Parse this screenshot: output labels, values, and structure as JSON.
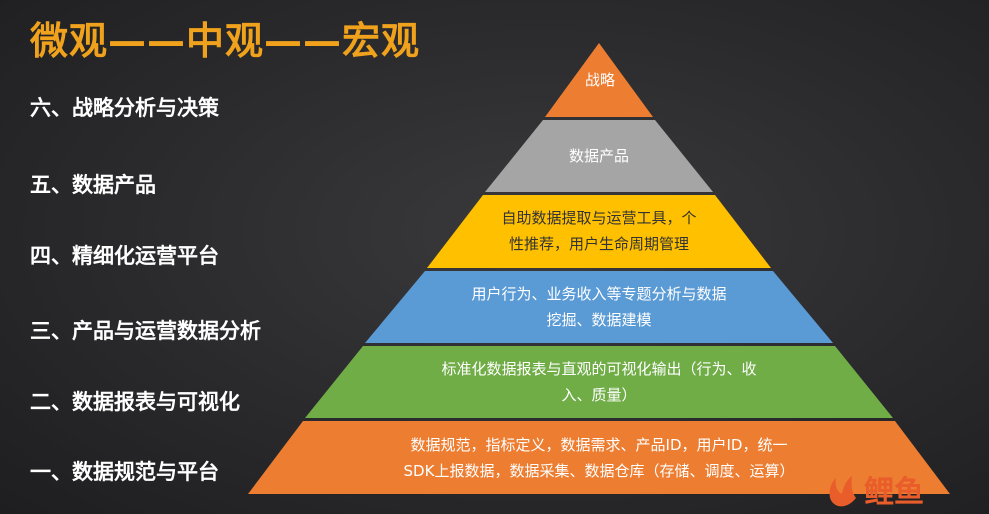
{
  "title": "微观——中观——宏观",
  "levels": [
    {
      "label": "六、战略分析与决策"
    },
    {
      "label": "五、数据产品"
    },
    {
      "label": "四、精细化运营平台"
    },
    {
      "label": "三、产品与运营数据分析"
    },
    {
      "label": "二、数据报表与可视化"
    },
    {
      "label": "一、数据规范与平台"
    }
  ],
  "pyramid": [
    {
      "text": "战略",
      "color": "#ed7d31"
    },
    {
      "text": "数据产品",
      "color": "#a5a5a5"
    },
    {
      "text": "自助数据提取与运营工具，个\n性推荐，用户生命周期管理",
      "color": "#ffc000"
    },
    {
      "text": "用户行为、业务收入等专题分析与数据\n挖掘、数据建模",
      "color": "#5b9bd5"
    },
    {
      "text": "标准化数据报表与直观的可视化输出（行为、收\n入、质量）",
      "color": "#70ad47"
    },
    {
      "text": "数据规范，指标定义，数据需求、产品ID，用户ID，统一\nSDK上报数据，数据采集、数据仓库（存储、调度、运算）",
      "color": "#ed7d31"
    }
  ],
  "logo": {
    "text": "鲤鱼",
    "color": "#e85d2a"
  }
}
